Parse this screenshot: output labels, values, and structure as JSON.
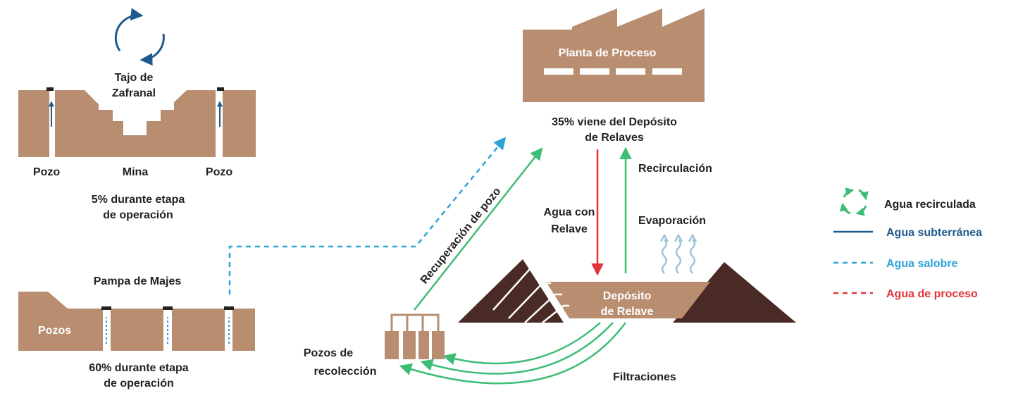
{
  "colors": {
    "earth": "#b88d70",
    "dark": "#4a2a24",
    "recirculated": "#3dbd75",
    "groundwater": "#1f5a8e",
    "brackish": "#2ea3d6",
    "process": "#e3343c",
    "evaporation": "#9ec4dc"
  },
  "tajo": {
    "title_line1": "Tajo de",
    "title_line2": "Zafranal",
    "pozo_left": "Pozo",
    "mina": "Mina",
    "pozo_right": "Pozo",
    "share_line1": "5% durante etapa",
    "share_line2": "de operación",
    "icon": "recycle-arrows-icon"
  },
  "pampa": {
    "title": "Pampa de Majes",
    "pozos": "Pozos",
    "share_line1": "60% durante etapa",
    "share_line2": "de operación"
  },
  "planta": {
    "title": "Planta de Proceso",
    "share_line1": "35% viene del Depósito",
    "share_line2": "de Relaves"
  },
  "flows": {
    "recuperacion": "Recuperación de pozo",
    "recirculacion": "Recirculación",
    "agua_relave_line1": "Agua con",
    "agua_relave_line2": "Relave",
    "evaporacion": "Evaporación",
    "filtraciones": "Filtraciones"
  },
  "deposito": {
    "line1": "Depósito",
    "line2": "de Relave"
  },
  "pozos_recoleccion": {
    "line1": "Pozos de",
    "line2": "recolección"
  },
  "legend": {
    "recirculada": "Agua recirculada",
    "subterranea": "Agua subterránea",
    "salobre": "Agua salobre",
    "proceso": "Agua de proceso"
  }
}
